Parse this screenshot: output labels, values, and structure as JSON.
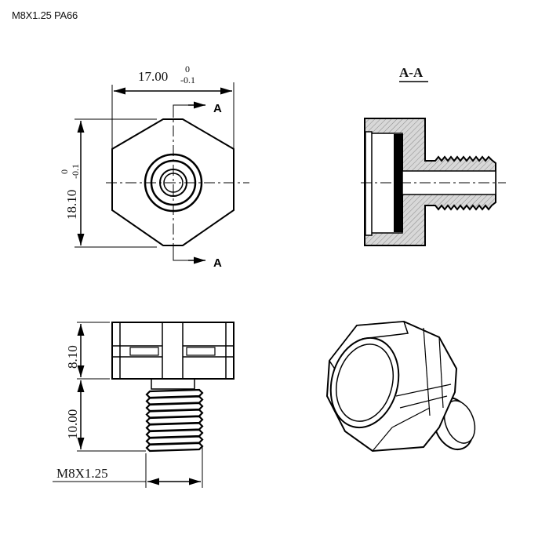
{
  "title": "M8X1.25 PA66",
  "front_view": {
    "width_dim": "17.00",
    "width_tol_upper": "0",
    "width_tol_lower": "-0.1",
    "height_dim": "18.10",
    "height_tol_upper": "0",
    "height_tol_lower": "-0.1",
    "section_marker_top": "A",
    "section_marker_bottom": "A"
  },
  "section_view": {
    "label": "A-A"
  },
  "side_view": {
    "head_height": "8.10",
    "thread_length": "10.00",
    "thread_spec": "M8X1.25"
  }
}
